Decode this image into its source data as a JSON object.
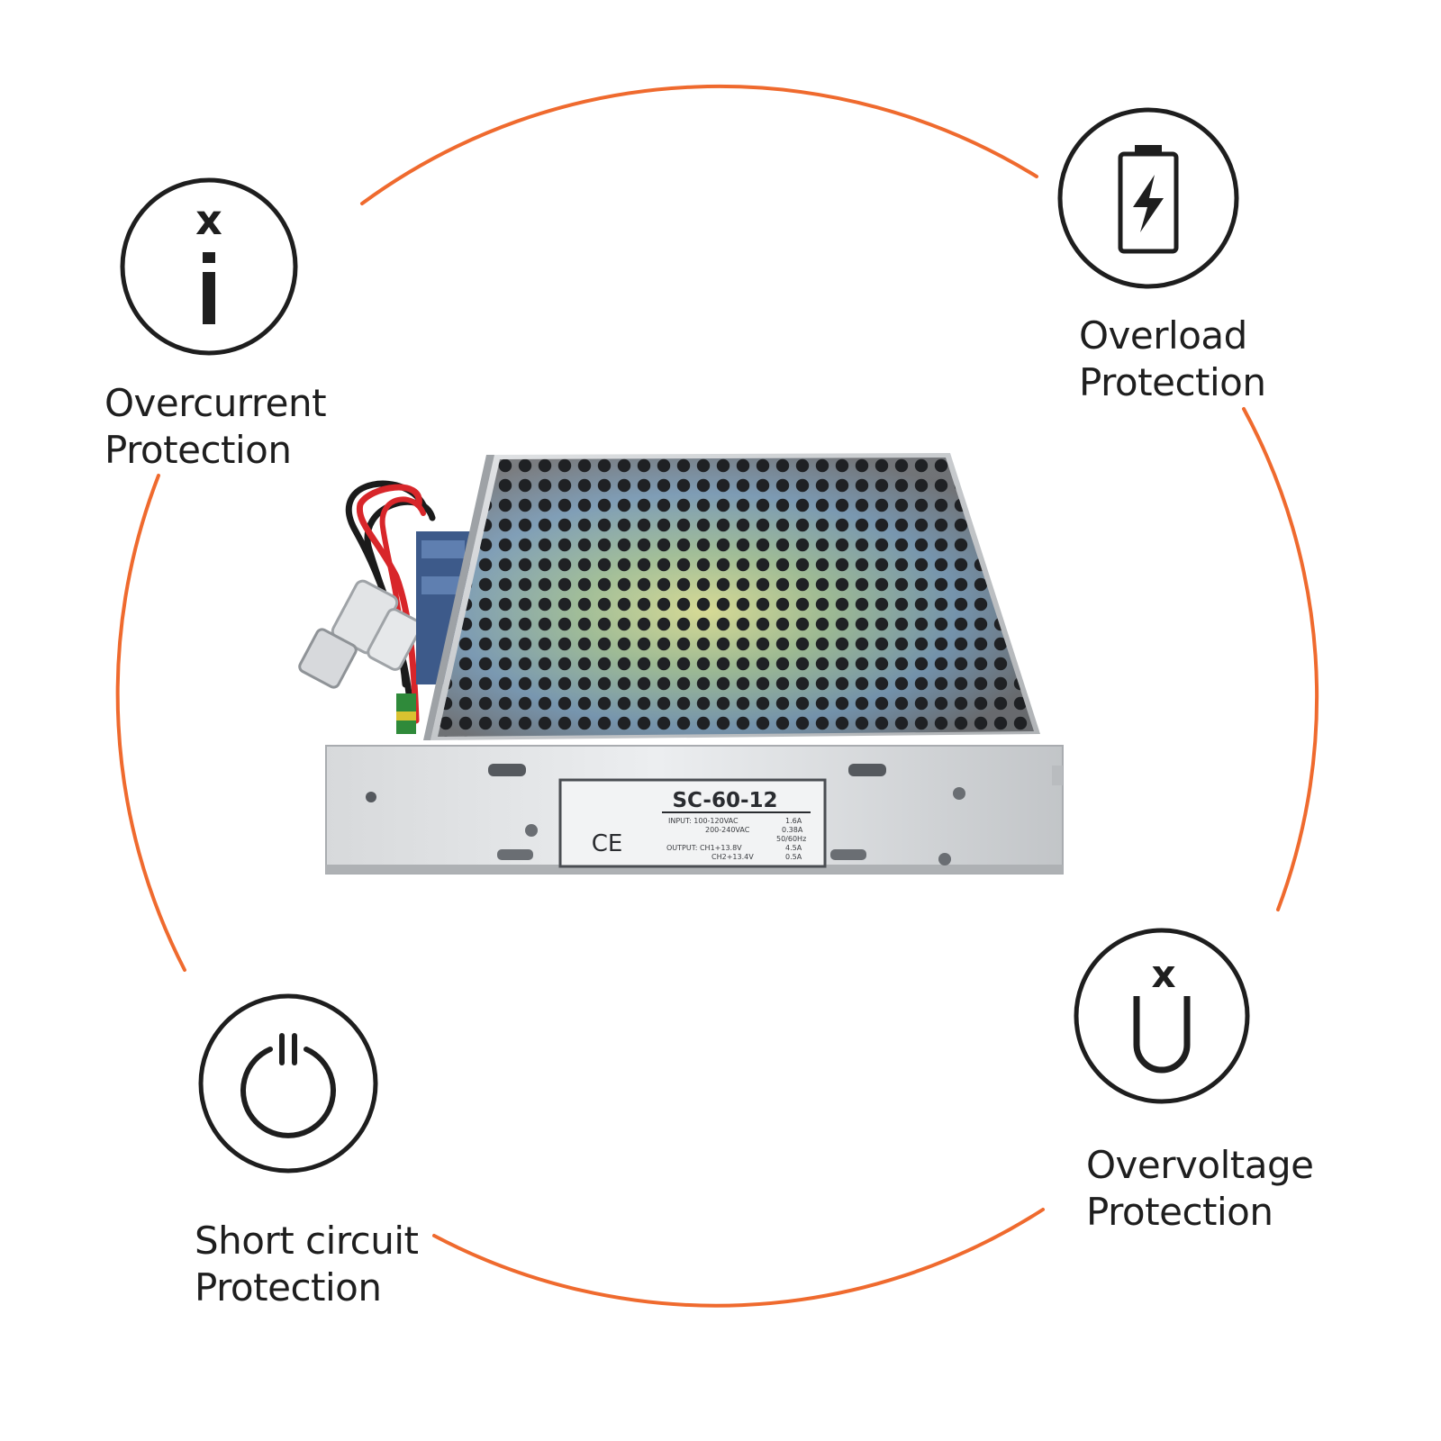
{
  "colors": {
    "ring": "#ef6a2e",
    "icon_stroke": "#1e1e1e",
    "label_text": "#1e1e1e",
    "background": "#ffffff",
    "housing_metal": "#c9cccf",
    "wire_red": "#d8262a",
    "wire_black": "#1b1b1b"
  },
  "features": [
    {
      "icon": "overcurrent-icon",
      "icon_glyph_top": "x",
      "icon_glyph_main": "i",
      "label_line1": "Overcurrent",
      "label_line2": "Protection"
    },
    {
      "icon": "battery-bolt-icon",
      "label_line1": "Overload",
      "label_line2": "Protection"
    },
    {
      "icon": "power-icon",
      "label_line1": "Short circuit",
      "label_line2": "Protection"
    },
    {
      "icon": "overvoltage-icon",
      "icon_glyph_top": "x",
      "icon_glyph_main": "U",
      "label_line1": "Overvoltage",
      "label_line2": "Protection"
    }
  ],
  "product": {
    "model": "SC-60-12",
    "ce_mark": "CE",
    "label_lines": [
      {
        "left": "INPUT: 100-120VAC",
        "right": "1.6A"
      },
      {
        "left": "200-240VAC",
        "right": "0.38A"
      },
      {
        "left": "",
        "right": "50/60Hz"
      },
      {
        "left": "OUTPUT: CH1+13.8V",
        "right": "4.5A"
      },
      {
        "left": "CH2+13.4V",
        "right": "0.5A"
      }
    ]
  }
}
